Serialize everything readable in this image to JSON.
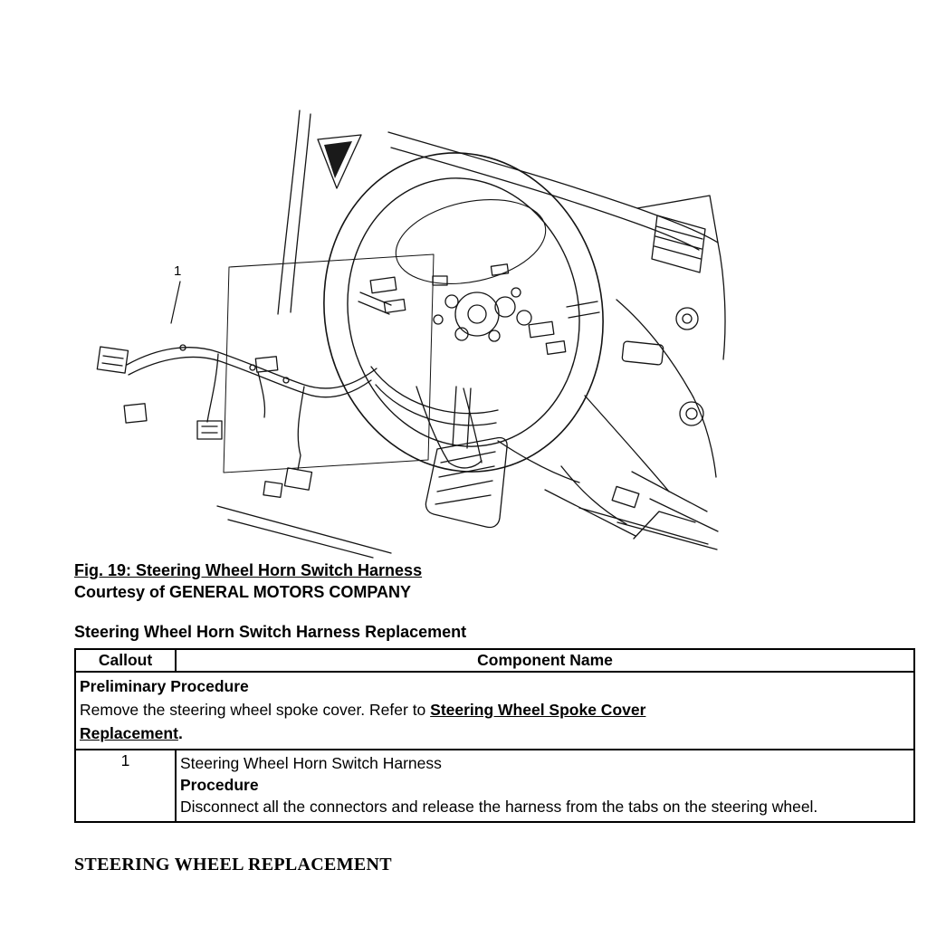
{
  "figure": {
    "callout_label": "1",
    "caption_title": "Fig. 19: Steering Wheel Horn Switch Harness",
    "caption_courtesy": "Courtesy of GENERAL MOTORS COMPANY"
  },
  "section": {
    "heading": "Steering Wheel Horn Switch Harness Replacement"
  },
  "table": {
    "columns": {
      "callout": "Callout",
      "component": "Component Name"
    },
    "preliminary": {
      "title": "Preliminary Procedure",
      "body_text": "Remove the steering wheel spoke cover. Refer to ",
      "link_text": "Steering Wheel Spoke Cover Replacement",
      "suffix": "."
    },
    "rows": [
      {
        "callout": "1",
        "component_name": "Steering Wheel Horn Switch Harness",
        "procedure_label": "Procedure",
        "procedure_text": "Disconnect all the connectors and release the harness from the tabs on the steering wheel."
      }
    ]
  },
  "footer": {
    "heading": "STEERING WHEEL REPLACEMENT"
  },
  "colors": {
    "ink": "#000000",
    "paper": "#ffffff"
  }
}
